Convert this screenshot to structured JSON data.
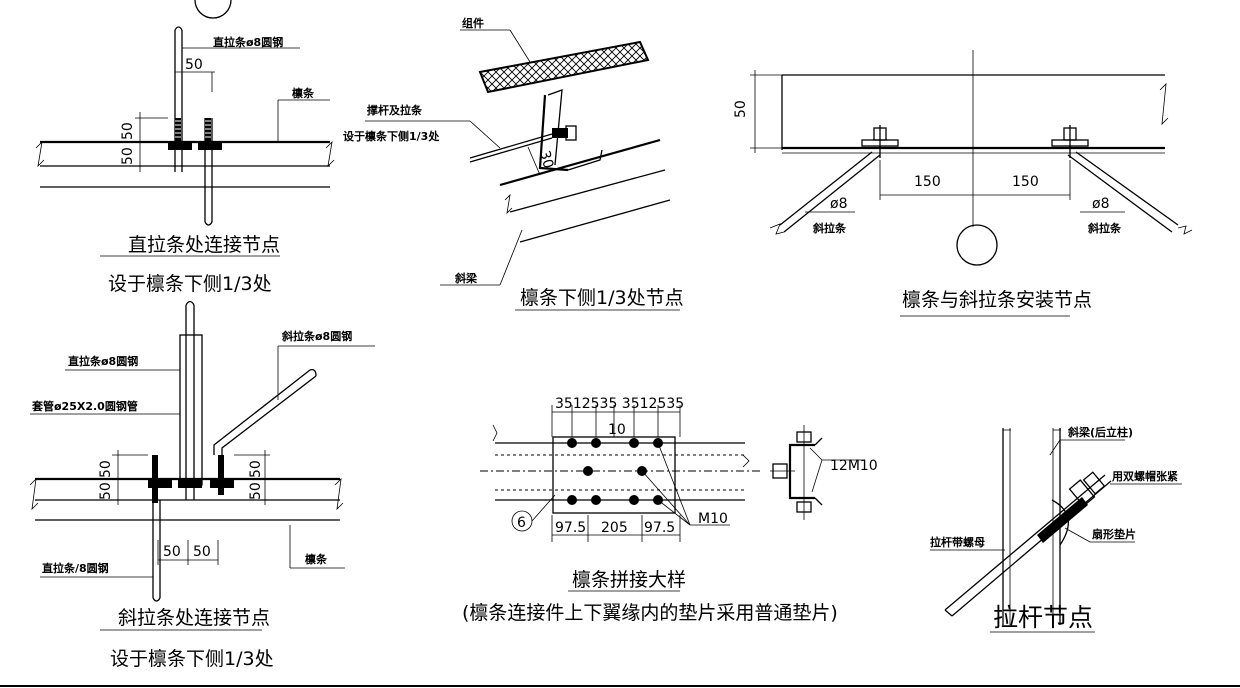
{
  "details": {
    "vertical_tie": {
      "label_rod": "直拉条ø8圆钢",
      "label_purlin": "檩条",
      "dims": [
        "50",
        "50",
        "50"
      ],
      "title": "直拉条处连接节点",
      "subtitle": "设于檩条下侧1/3处"
    },
    "lower_third": {
      "label_panel": "组件",
      "label_strut": "撑杆及拉条",
      "label_strut_note": "设于檩条下侧1/3处",
      "label_beam": "斜梁",
      "dim": "30",
      "title": "檩条下侧1/3处节点"
    },
    "install": {
      "dims": [
        "50",
        "150",
        "150"
      ],
      "rod_left": "ø8",
      "rod_right": "ø8",
      "label_left": "斜拉条",
      "label_right": "斜拉条",
      "title": "檩条与斜拉条安装节点"
    },
    "diagonal_tie": {
      "label_diag": "斜拉条ø8圆钢",
      "label_vert": "直拉条ø8圆钢",
      "label_sleeve": "套管ø25X2.0圆钢管",
      "label_purlin": "檩条",
      "label_vert2": "直拉条/8圆钢",
      "dims": [
        "50",
        "50",
        "50",
        "50",
        "50",
        "50"
      ],
      "title": "斜拉条处连接节点",
      "subtitle": "设于檩条下侧1/3处"
    },
    "splice": {
      "top_dims": "3512535 3512535",
      "dim_mid": "10",
      "bottom_dims": [
        "97.5",
        "205",
        "97.5"
      ],
      "bolt_label": "12M10",
      "bolt_label2": "M10",
      "marker": "6",
      "title": "檩条拼接大样",
      "note": "(檩条连接件上下翼缘内的垫片采用普通垫片)"
    },
    "tie_rod": {
      "label_beam": "斜梁(后立柱)",
      "label_nut": "用双螺帽张紧",
      "label_rod": "拉杆带螺母",
      "label_washer": "扇形垫片",
      "title": "拉杆节点"
    }
  }
}
